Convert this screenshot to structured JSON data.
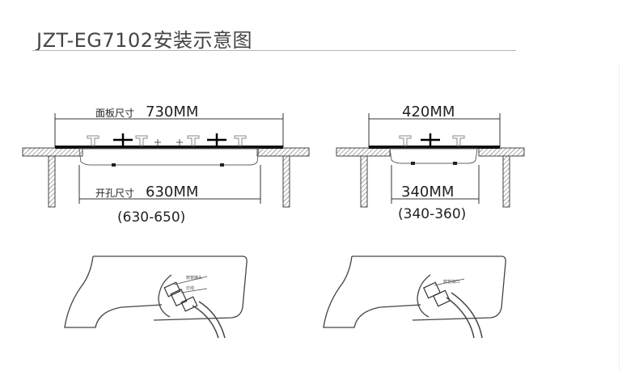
{
  "title": "JZT-EG7102安装示意图",
  "left_diagram": {
    "panel_label": "面板尺寸",
    "panel_size": "730MM",
    "hole_label": "开孔尺寸",
    "hole_size": "630MM",
    "hole_range": "(630-650)"
  },
  "right_diagram": {
    "panel_size": "420MM",
    "hole_size": "340MM",
    "hole_range": "(340-360)"
  },
  "side_left": {
    "label_top": "软管接头",
    "label_bottom": "灯线"
  },
  "side_right": {
    "label": "软管接口"
  }
}
